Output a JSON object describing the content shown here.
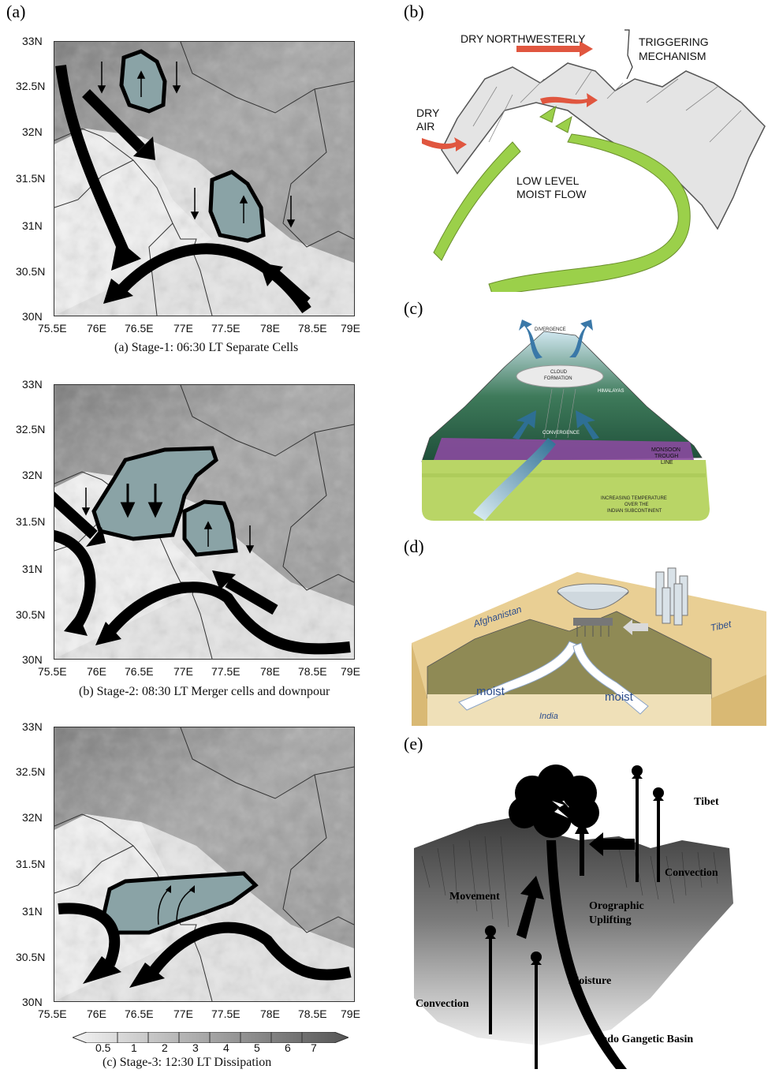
{
  "panels": {
    "a_label": "(a)",
    "b_label": "(b)",
    "c_label": "(c)",
    "d_label": "(d)",
    "e_label": "(e)"
  },
  "maps": {
    "lat_ticks": [
      "33N",
      "32.5N",
      "32N",
      "31.5N",
      "31N",
      "30.5N",
      "30N"
    ],
    "lon_ticks": [
      "75.5E",
      "76E",
      "76.5E",
      "77E",
      "77.5E",
      "78E",
      "78.5E",
      "79E"
    ],
    "captions": [
      "(a) Stage-1: 06:30 LT Separate Cells",
      "(b) Stage-2: 08:30 LT Merger cells and downpour",
      "(c) Stage-3: 12:30 LT Dissipation"
    ],
    "colorbar_ticks": [
      "0.5",
      "1",
      "2",
      "3",
      "4",
      "5",
      "6",
      "7"
    ]
  },
  "panel_b": {
    "dry_northwesterly": "DRY NORTHWESTERLY",
    "triggering_1": "TRIGGERING",
    "triggering_2": "MECHANISM",
    "dry_1": "DRY",
    "dry_2": "AIR",
    "moist_1": "LOW LEVEL",
    "moist_2": "MOIST FLOW"
  },
  "panel_c": {
    "divergence": "DIVERGENCE",
    "cloud_1": "CLOUD",
    "cloud_2": "FORMATION",
    "himalayas": "HIMALAYAS",
    "convergence": "CONVERGENCE",
    "trough_1": "MONSOON",
    "trough_2": "TROUGH",
    "trough_3": "LINE",
    "temp_1": "INCREASING TEMPERATURE",
    "temp_2": "OVER THE",
    "temp_3": "INDIAN SUBCONTINENT"
  },
  "panel_d": {
    "afghanistan": "Afghanistan",
    "tibet": "Tibet",
    "moist_left": "moist",
    "moist_right": "moist",
    "india": "India"
  },
  "panel_e": {
    "tibet": "Tibet",
    "convection_right": "Convection",
    "movement": "Movement",
    "orographic_1": "Orographic",
    "orographic_2": "Uplifting",
    "moisture": "Moisture",
    "convection_left": "Convection",
    "basin": "Indo Gangetic Basin"
  },
  "colors": {
    "cell_fill": "#8aa3a6",
    "terrain_dark": "#8a8a8a",
    "arrow_red": "#e0563f",
    "arrow_green": "#9bd04a"
  }
}
